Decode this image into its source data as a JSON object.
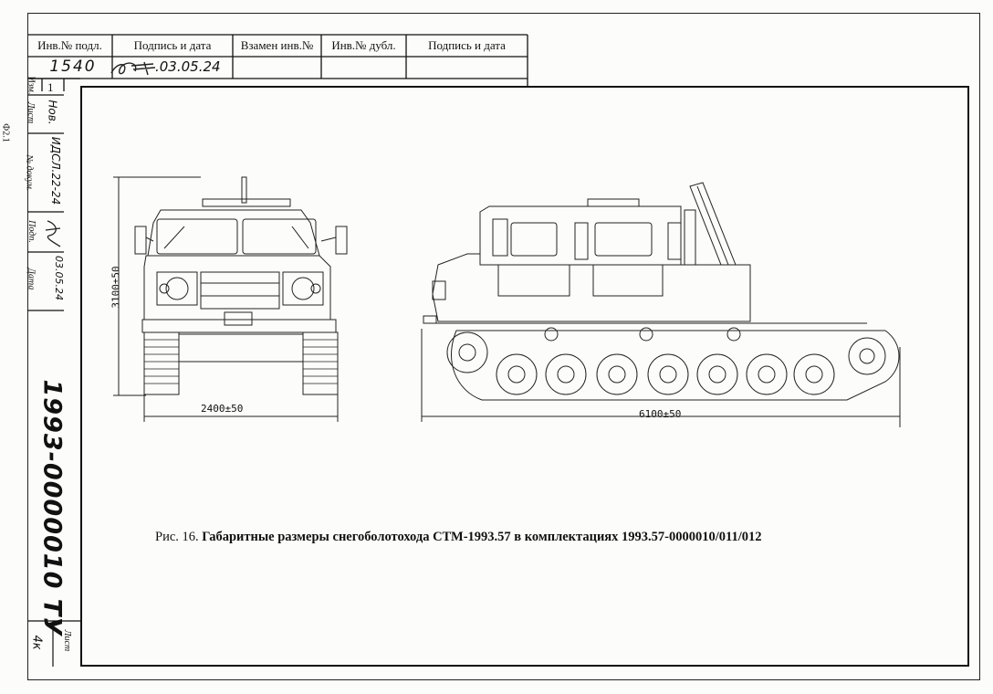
{
  "header": {
    "inv_podl": "Инв.№ подл.",
    "podpis_data_1": "Подпись и дата",
    "vzamen": "Взамен инв.№",
    "inv_dubl": "Инв.№ дубл.",
    "podpis_data_2": "Подпись и дата",
    "inv_value": "1540",
    "date_value": ".03.05.24"
  },
  "side": {
    "ref_code": "Ф2.1",
    "izm": "Изм.",
    "list": "Лист",
    "n_dokum": "№ докум.",
    "podp": "Подп.",
    "data": "Дата",
    "izm_value": "1",
    "list_value": "Нов.",
    "dokum_value": "ИДСЛ.22-24",
    "date_value": "03.05.24",
    "doc_code": "1993-0000010 ТУ",
    "sheet_label": "Лист",
    "sheet_value": "4к"
  },
  "drawing": {
    "height_dim": "3100±50",
    "width_dim": "2400±50",
    "length_dim": "6100±50"
  },
  "caption": {
    "prefix": "Рис. 16.",
    "bold": "Габаритные размеры снегоболотохода СТМ-1993.57 в комплектациях 1993.57-0000010/011/012"
  }
}
